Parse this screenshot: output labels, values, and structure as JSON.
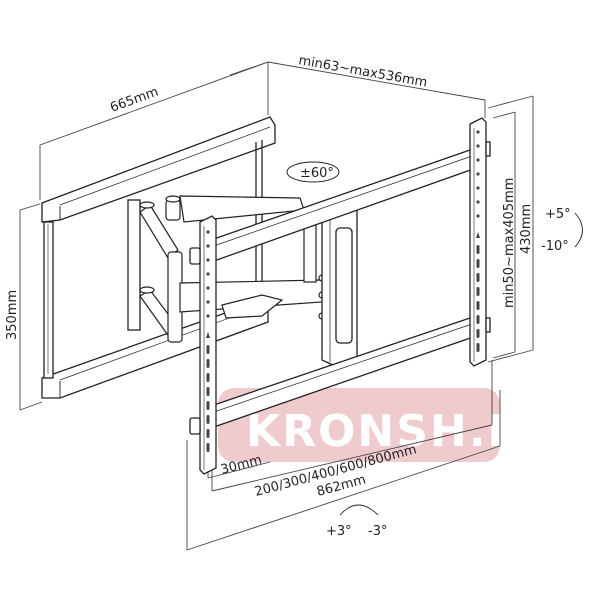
{
  "diagram": {
    "subject": "Full-motion articulating TV wall mount",
    "dimensions": {
      "wall_plate_width": "665mm",
      "wall_plate_height": "350mm",
      "extension": "min63~max536mm",
      "vesa_vertical": "min50~max405mm",
      "bracket_height": "430mm",
      "vesa_horizontal": "200/300/400/600/800mm",
      "bracket_width": "862mm",
      "profile": "30mm"
    },
    "angles": {
      "swivel": "±60°",
      "tilt_up": "+5°",
      "tilt_down": "-10°",
      "level_plus": "+3°",
      "level_minus": "-3°"
    },
    "watermark": {
      "text": "KRONSH.RU",
      "color": "#e9b9bd"
    },
    "colors": {
      "line": "#222222",
      "dim_line": "#444444",
      "background": "#ffffff"
    }
  }
}
